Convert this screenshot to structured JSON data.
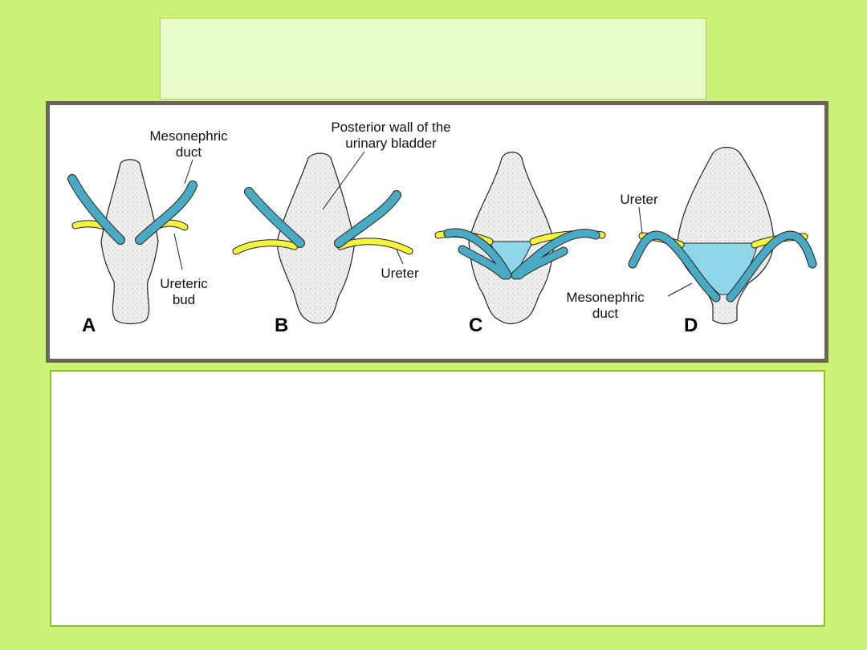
{
  "colors": {
    "background": "#ccf279",
    "title_box_fill": "#e8fbc8",
    "text_box_fill": "#ffffff",
    "frame_border": "#6b6558",
    "duct_blue": "#4aaac4",
    "ureter_yellow": "#f5f33a",
    "trigone_blue": "#8ed6e8",
    "bladder_fill": "#eeeeee"
  },
  "figure": {
    "labels": {
      "mesonephric_duct_a_line1": "Mesonephric",
      "mesonephric_duct_a_line2": "duct",
      "ureteric_bud_line1": "Ureteric",
      "ureteric_bud_line2": "bud",
      "posterior_wall_line1": "Posterior wall of the",
      "posterior_wall_line2": "urinary bladder",
      "ureter_b": "Ureter",
      "ureter_d": "Ureter",
      "mesonephric_duct_d_line1": "Mesonephric",
      "mesonephric_duct_d_line2": "duct"
    },
    "panels": [
      "A",
      "B",
      "C",
      "D"
    ]
  }
}
